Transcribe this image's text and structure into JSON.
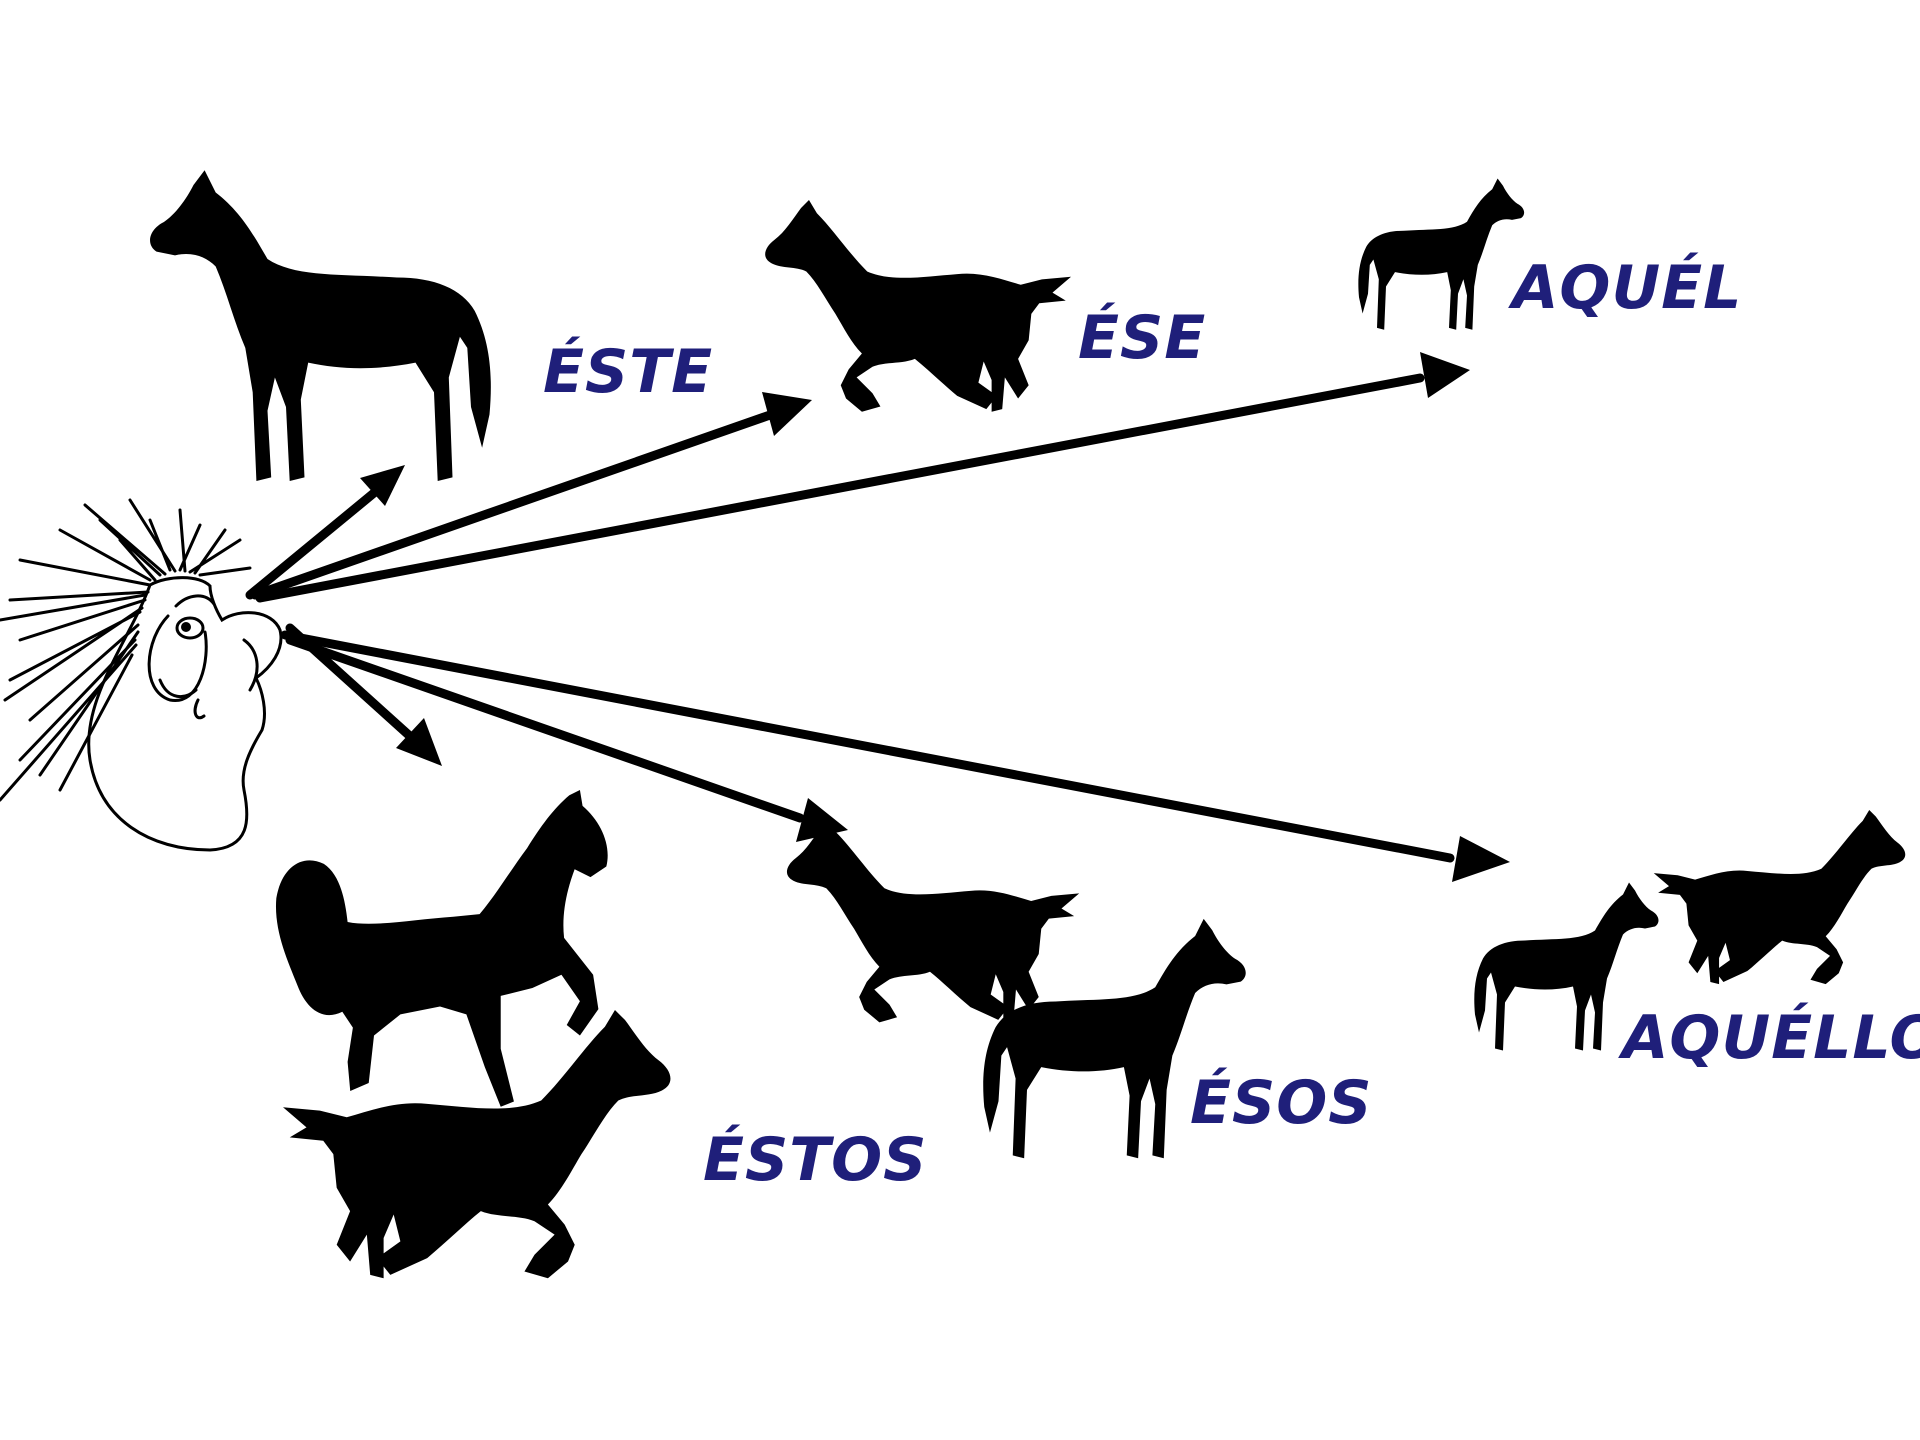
{
  "labels": {
    "este": "ÉSTE",
    "ese": "ÉSE",
    "aquel": "AQUÉL",
    "estos": "ÉSTOS",
    "esos": "ÉSOS",
    "aquellos": "AQUÉLLOS"
  },
  "colors": {
    "label": "#1f1f7a",
    "silhouette": "#000000",
    "background": "#ffffff"
  }
}
